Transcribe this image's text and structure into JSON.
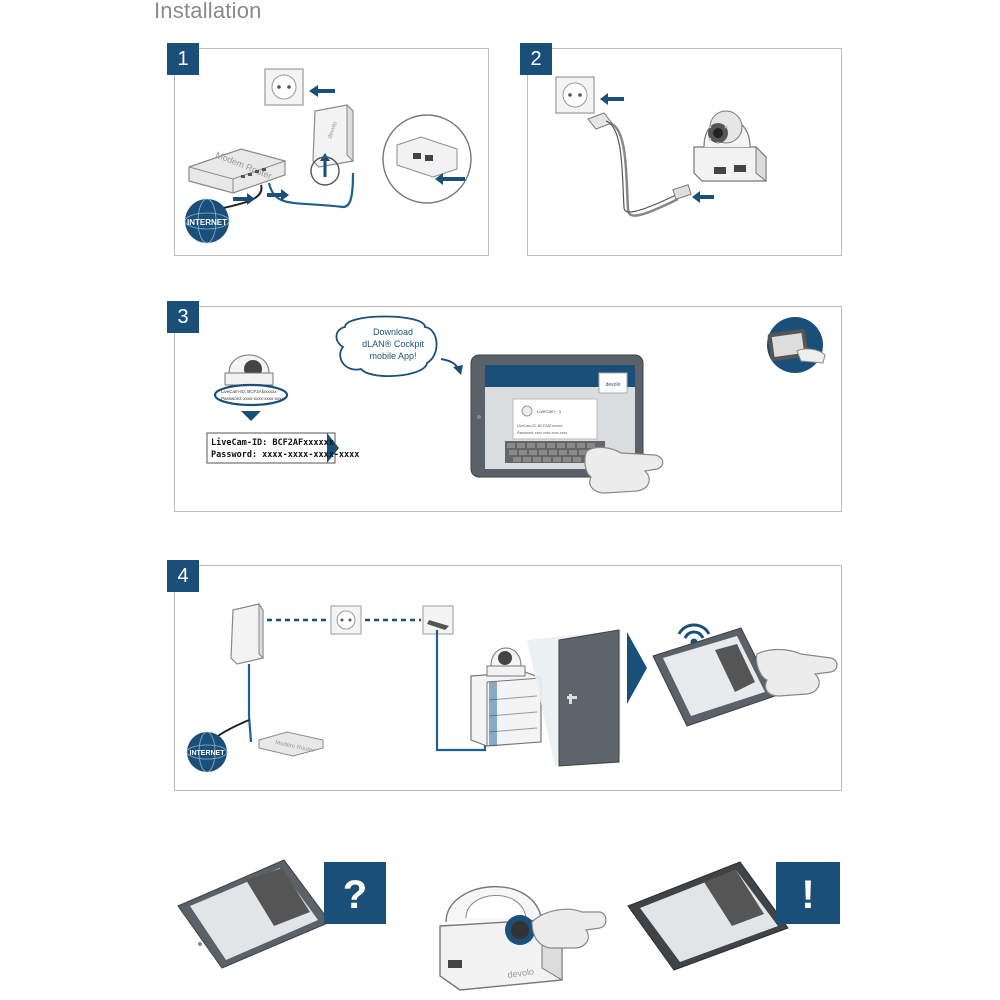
{
  "page": {
    "title": "Installation"
  },
  "steps": [
    {
      "number": "1"
    },
    {
      "number": "2"
    },
    {
      "number": "3"
    },
    {
      "number": "4"
    }
  ],
  "step1": {
    "router_label": "Modem Router",
    "internet_label": "INTERNET"
  },
  "step3": {
    "bubble_lines": [
      "Download",
      "dLAN® Cockpit",
      "mobile App!"
    ],
    "label_small_id": "LiveCam-ID: BCF2Afxxxxxx",
    "label_small_pw": "Password: xxxx-xxxx-xxxx-xxxx",
    "label_id": "LiveCam-ID: BCF2AFxxxxxx",
    "label_pw": "Password: xxxx-xxxx-xxxx-xxxx",
    "tablet_app_title": "LiveCam - 1",
    "tablet_id_field": "LiveCam-ID: BCF2AFxxxxxx",
    "tablet_pw_field": "Password: xxxx-xxxx-xxxx-xxxx"
  },
  "step4": {
    "internet_label": "INTERNET",
    "router_label": "Modem Router"
  },
  "bottom": {
    "question_mark": "?",
    "exclamation_mark": "!"
  },
  "colors": {
    "accent": "#1a4f7a",
    "panel_border": "#bdbdbd",
    "title_gray": "#8a8a8a",
    "cable_blue": "#1f5f92"
  },
  "icons": [
    "power-socket-icon",
    "powerline-adapter-icon",
    "router-icon",
    "internet-globe-icon",
    "camera-icon",
    "tablet-icon",
    "hand-icon",
    "wifi-icon",
    "door-icon",
    "shelf-icon",
    "arrow-icon"
  ]
}
